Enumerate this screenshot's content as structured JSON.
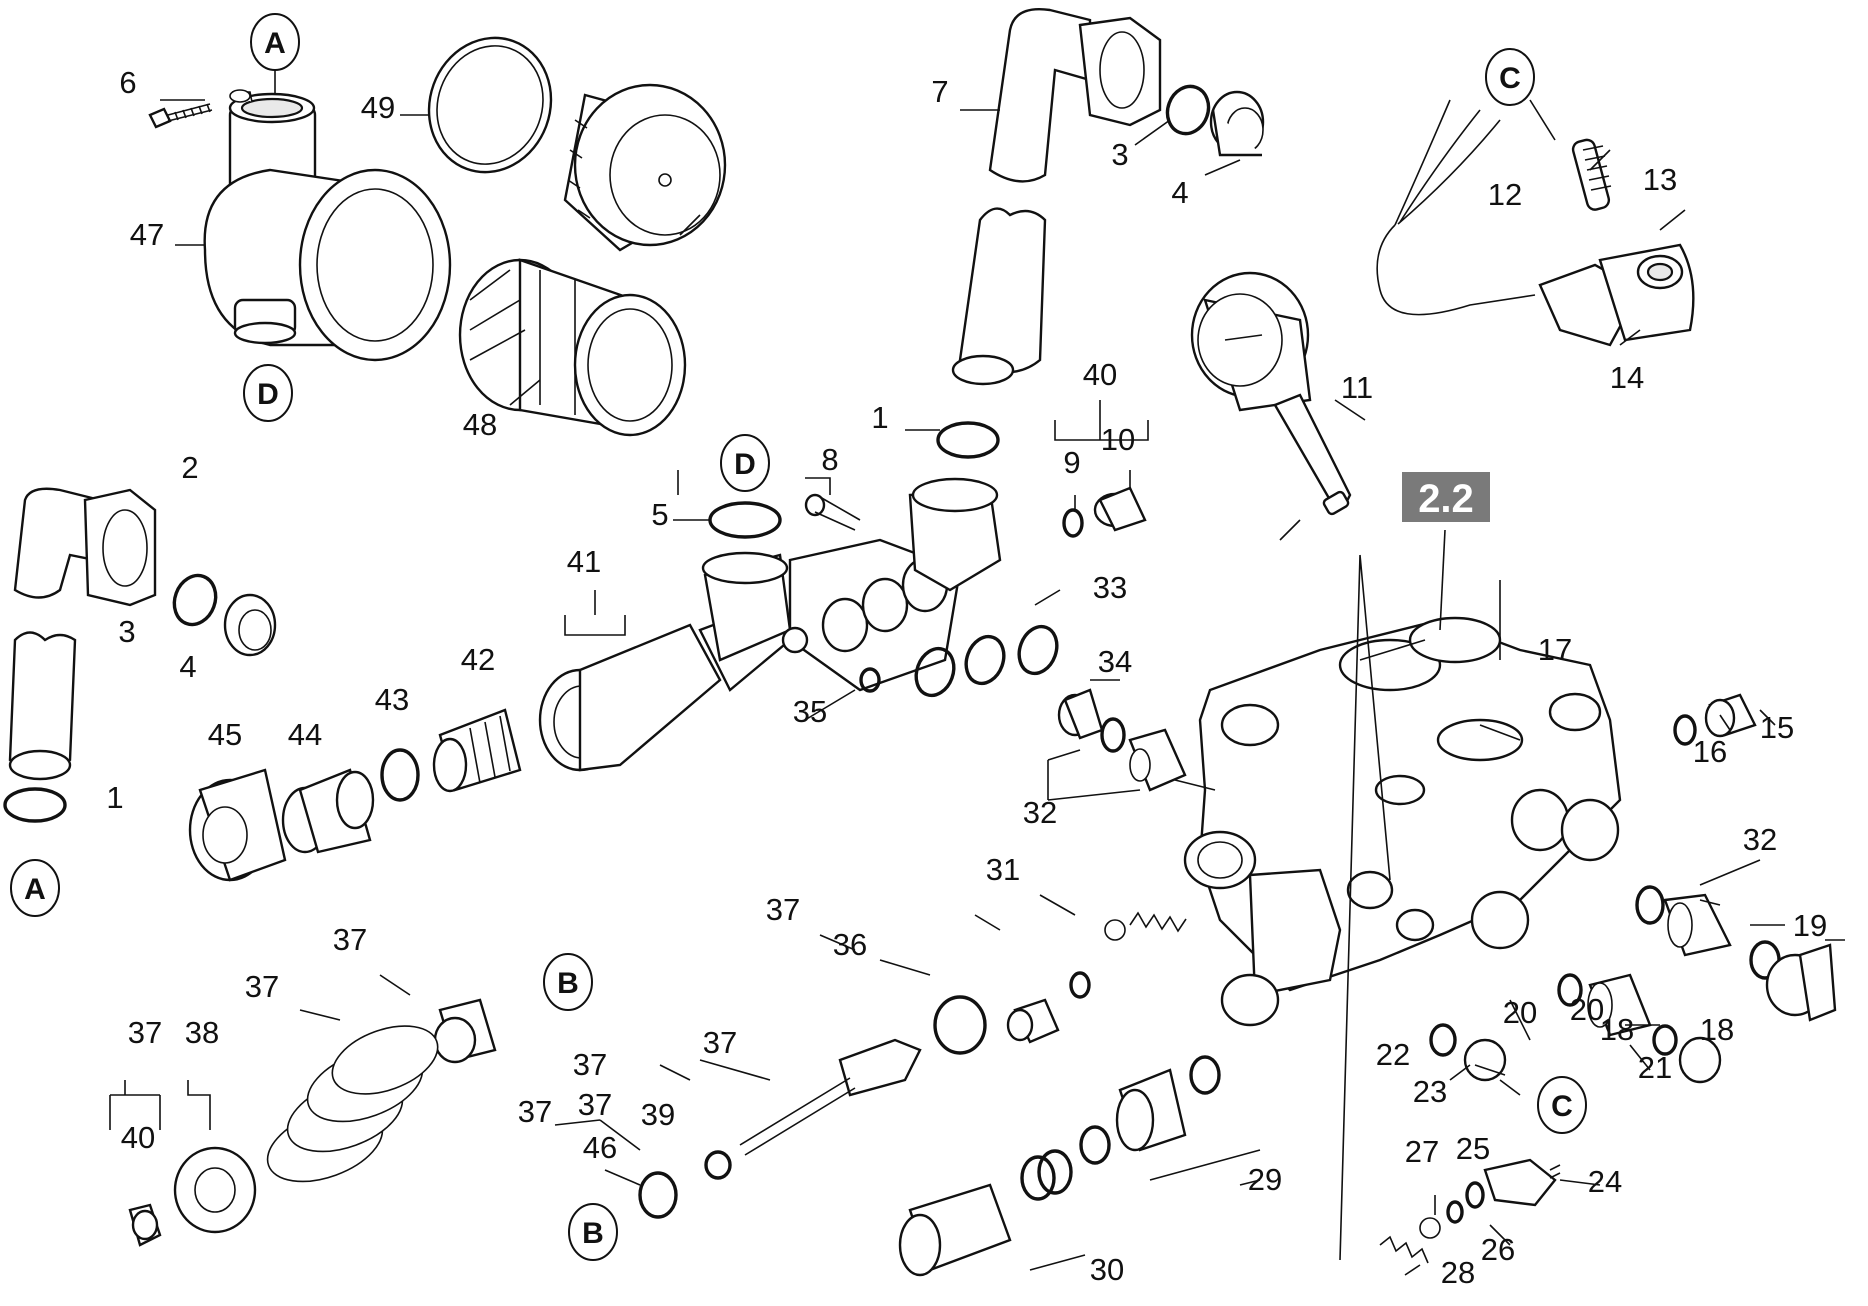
{
  "diagram": {
    "badge": "2.2",
    "part_labels": [
      "1",
      "1",
      "2",
      "3",
      "3",
      "4",
      "4",
      "5",
      "6",
      "7",
      "8",
      "9",
      "10",
      "11",
      "12",
      "13",
      "14",
      "15",
      "16",
      "17",
      "18",
      "18",
      "19",
      "20",
      "20",
      "21",
      "22",
      "23",
      "24",
      "25",
      "26",
      "27",
      "28",
      "29",
      "30",
      "31",
      "32",
      "32",
      "33",
      "34",
      "35",
      "36",
      "37",
      "37",
      "37",
      "37",
      "37",
      "37",
      "37",
      "37",
      "38",
      "39",
      "40",
      "40",
      "41",
      "42",
      "43",
      "44",
      "45",
      "46",
      "47",
      "48",
      "49"
    ],
    "connector_refs": [
      "A",
      "A",
      "B",
      "B",
      "C",
      "C",
      "D",
      "D"
    ]
  }
}
